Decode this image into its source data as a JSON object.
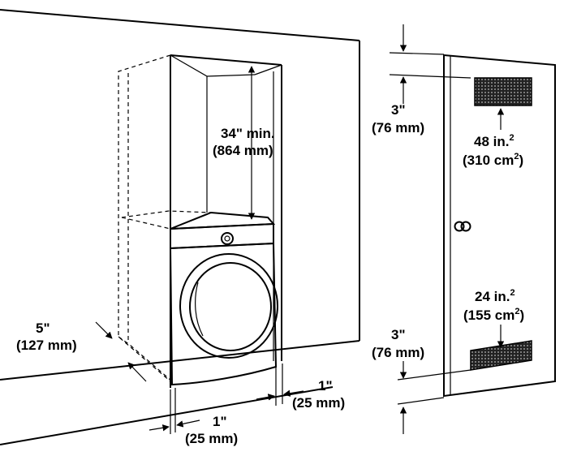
{
  "labels": {
    "height_min": "34\" min.",
    "height_min_mm": "(864 mm)",
    "rear_clearance": "5\"",
    "rear_clearance_mm": "(127 mm)",
    "side_clearance_right": "1\"",
    "side_clearance_right_mm": "(25 mm)",
    "side_clearance_left": "1\"",
    "side_clearance_left_mm": "(25 mm)",
    "top_vent_offset": "3\"",
    "top_vent_offset_mm": "(76 mm)",
    "top_vent_area": "48 in.",
    "top_vent_area_exp": "2",
    "top_vent_area_cm": "(310 cm",
    "top_vent_area_cm_exp": "2",
    "top_vent_area_cm_close": ")",
    "bottom_vent_offset": "3\"",
    "bottom_vent_offset_mm": "(76 mm)",
    "bottom_vent_area": "24 in.",
    "bottom_vent_area_exp": "2",
    "bottom_vent_area_cm": "(155 cm",
    "bottom_vent_area_cm_exp": "2",
    "bottom_vent_area_cm_close": ")"
  }
}
